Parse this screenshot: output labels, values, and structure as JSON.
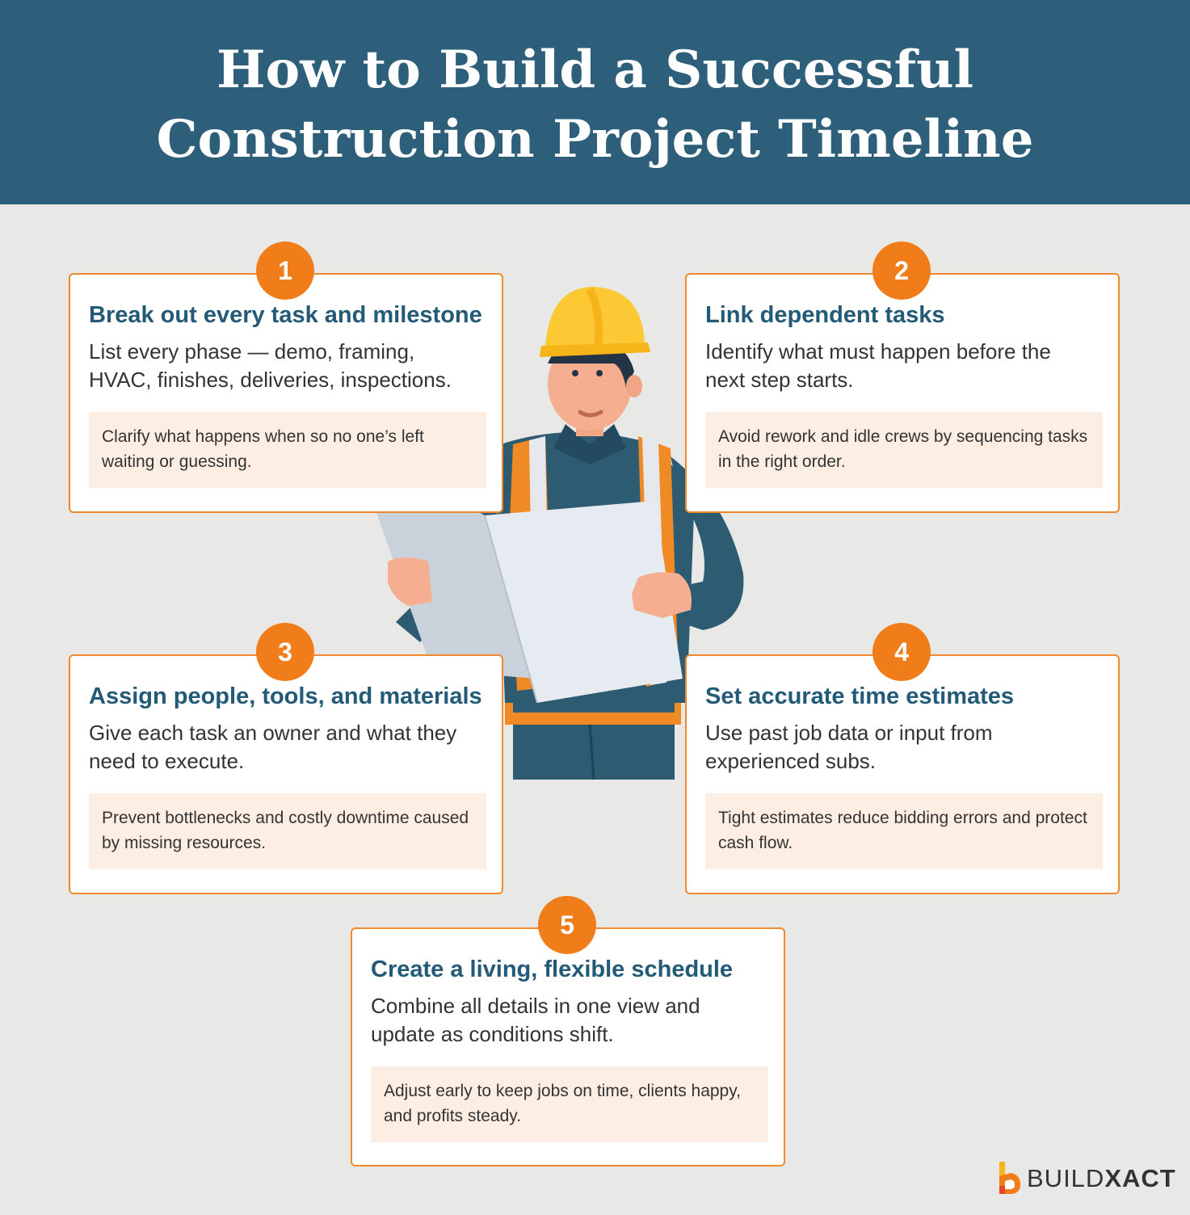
{
  "header": {
    "title_line1": "How to Build a Successful",
    "title_line2": "Construction Project Timeline"
  },
  "steps": [
    {
      "number": "1",
      "title": "Break out every task and milestone",
      "description": "List every phase — demo, framing, HVAC, finishes, deliveries, inspections.",
      "tip": "Clarify what happens when so no one’s left waiting or guessing."
    },
    {
      "number": "2",
      "title": "Link dependent tasks",
      "description": "Identify what must happen before the next step starts.",
      "tip": "Avoid rework and idle crews by sequencing tasks in the right order."
    },
    {
      "number": "3",
      "title": "Assign people, tools, and materials",
      "description": "Give each task an owner and what they need to execute.",
      "tip": "Prevent bottlenecks and costly downtime caused by missing resources."
    },
    {
      "number": "4",
      "title": "Set accurate time estimates",
      "description": "Use past job data or input from experienced subs.",
      "tip": "Tight estimates reduce bidding errors and protect cash flow."
    },
    {
      "number": "5",
      "title": "Create a living, flexible schedule",
      "description": "Combine all details in one view and update as conditions shift.",
      "tip": "Adjust early to keep jobs on time, clients happy, and profits steady."
    }
  ],
  "illustration": {
    "icon": "construction-worker-reading-blueprint"
  },
  "brand": {
    "name_part1": "BUILD",
    "name_part2": "XACT",
    "icon": "buildxact-logo-icon"
  },
  "colors": {
    "header_bg": "#2e5f7a",
    "accent_orange": "#f07d1a",
    "title_blue": "#235a78",
    "tip_bg": "#fdeee3",
    "page_bg": "#e8e8e6"
  }
}
